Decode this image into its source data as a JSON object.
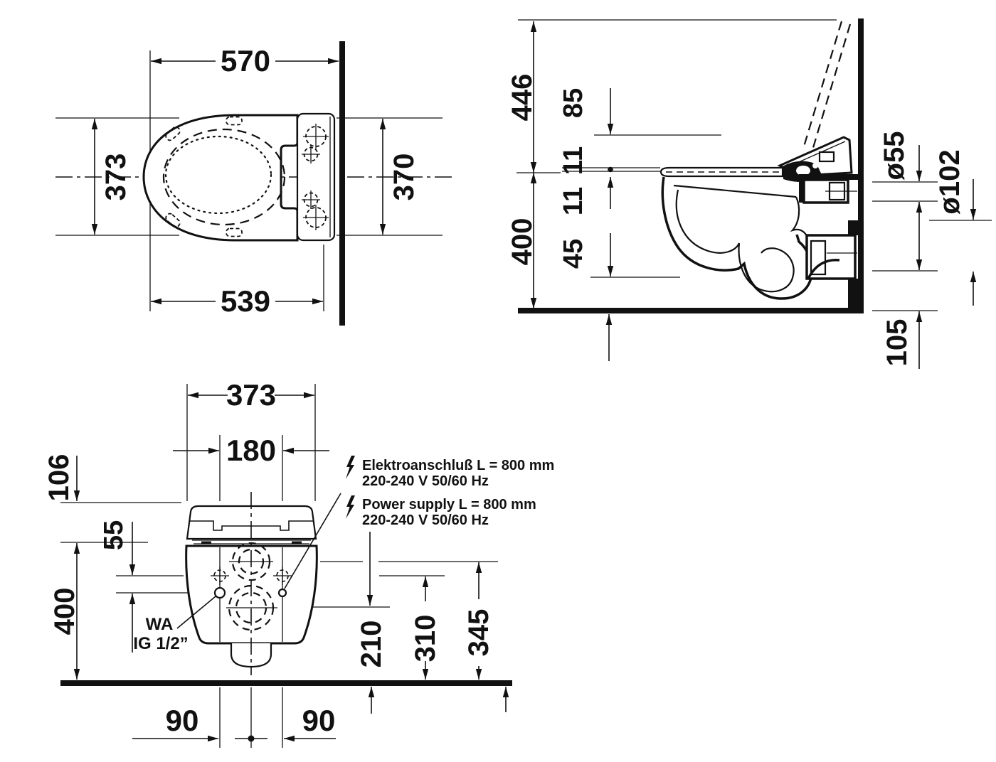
{
  "colors": {
    "ink": "#111111",
    "background": "#ffffff"
  },
  "plan": {
    "dim_top": "570",
    "dim_left": "373",
    "dim_right": "370",
    "dim_bottom": "539"
  },
  "side": {
    "dim_total_height": "446",
    "dim_lid": "85",
    "dim_seat_upper": "11",
    "dim_seat_lower": "11",
    "dim_height": "400",
    "dim_rim_drop": "45",
    "dim_inlet": "ø55",
    "dim_outlet": "ø102",
    "dim_outlet_floor": "105"
  },
  "front": {
    "dim_width": "373",
    "dim_holes": "180",
    "dim_lid": "106",
    "dim_offset": "55",
    "dim_height": "400",
    "dim_drain": "210",
    "dim_mid": "310",
    "dim_upper": "345",
    "dim_bolt_left": "90",
    "dim_bolt_right": "90",
    "water_line1": "WA",
    "water_line2": "IG 1/2”",
    "electro_line1": "Elektroanschluß L = 800 mm",
    "electro_line2": "220-240 V  50/60 Hz",
    "power_line1": "Power supply L = 800 mm",
    "power_line2": "220-240 V  50/60 Hz"
  }
}
